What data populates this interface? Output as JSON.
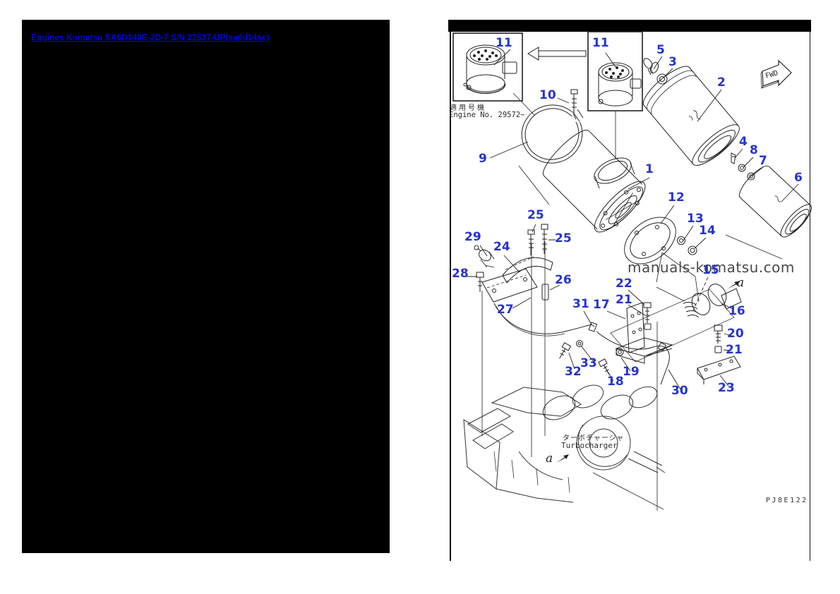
{
  "left_panel": {
    "link_text": "Engines Komatsu SA6D140E-2D-7 S/N 22537-UP(sa6d14sc)"
  },
  "diagram": {
    "applicability_note_jp": "適用号機",
    "applicability_note_en": "Engine No. 29572~",
    "watermark": "manuals-komatsu.com",
    "turbo_label_jp": "ターボチャージャ",
    "turbo_label_en": "Turbocharger",
    "drawing_code": "PJ8E122",
    "fwd_label": "FWD",
    "view_label_a1": "a",
    "view_label_a2": "a",
    "callouts": [
      {
        "text": "11"
      },
      {
        "text": "11"
      },
      {
        "text": "5"
      },
      {
        "text": "3"
      },
      {
        "text": "2"
      },
      {
        "text": "10"
      },
      {
        "text": "9"
      },
      {
        "text": "1"
      },
      {
        "text": "4"
      },
      {
        "text": "8"
      },
      {
        "text": "7"
      },
      {
        "text": "6"
      },
      {
        "text": "12"
      },
      {
        "text": "13"
      },
      {
        "text": "14"
      },
      {
        "text": "15"
      },
      {
        "text": "25"
      },
      {
        "text": "25"
      },
      {
        "text": "29"
      },
      {
        "text": "24"
      },
      {
        "text": "28"
      },
      {
        "text": "26"
      },
      {
        "text": "27"
      },
      {
        "text": "22"
      },
      {
        "text": "21"
      },
      {
        "text": "31"
      },
      {
        "text": "17"
      },
      {
        "text": "16"
      },
      {
        "text": "20"
      },
      {
        "text": "21"
      },
      {
        "text": "32"
      },
      {
        "text": "33"
      },
      {
        "text": "19"
      },
      {
        "text": "18"
      },
      {
        "text": "30"
      },
      {
        "text": "23"
      }
    ]
  },
  "colors": {
    "callout_blue": "#2433cf",
    "link_blue": "#0000e8",
    "watermark_gray": "#4a4a4a",
    "line_black": "#222222"
  }
}
